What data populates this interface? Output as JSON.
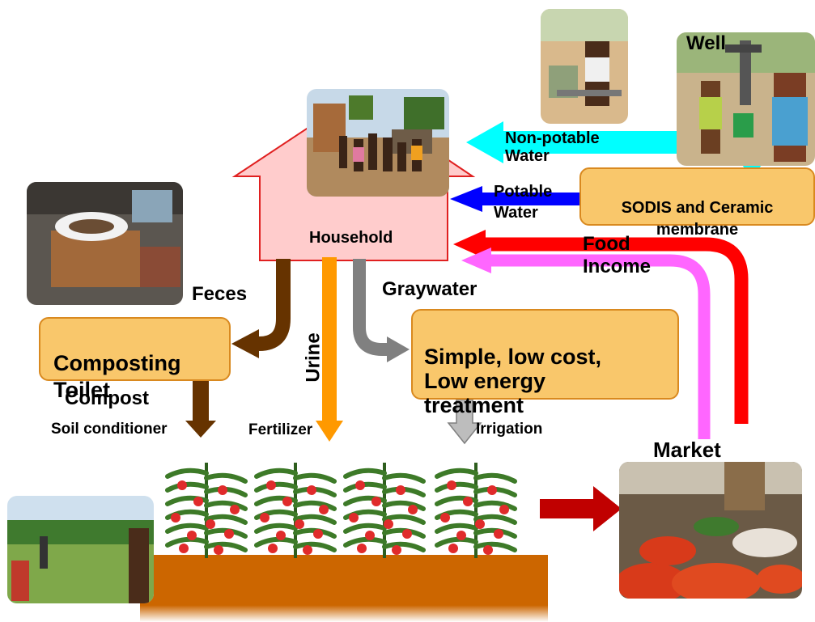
{
  "labels": {
    "well": "Well",
    "non_potable_water": "Non-potable\nWater",
    "potable_water": "Potable\nWater",
    "sodis": "SODIS and Ceramic\nmembrane",
    "household": "Household",
    "food": "Food",
    "income": "Income",
    "feces": "Feces",
    "urine": "Urine",
    "graywater": "Graywater",
    "composting_toilet": "Composting\nToilet",
    "treatment": "Simple, low cost,\nLow energy\ntreatment",
    "compost": "Compost",
    "soil_conditioner": "Soil conditioner",
    "fertilizer": "Fertilizer",
    "irrigation": "Irrigation",
    "market": "Market"
  },
  "colors": {
    "non_potable": "#00ffff",
    "potable": "#0000ff",
    "food": "#ff0000",
    "income": "#ff66ff",
    "feces": "#663300",
    "urine": "#ff9900",
    "graywater": "#808080",
    "household_fill": "#ffcccc",
    "household_stroke": "#e02020",
    "box_fill": "#f9c76b",
    "soil": "#cc6600"
  },
  "icons": {
    "household_photo": "village-children-photo",
    "well_photo": "well-hand-pump-photo",
    "water_carrier_photo": "child-water-cart-photo",
    "toilet_photo": "composting-toilet-photo",
    "field_photo": "farm-field-photo",
    "market_photo": "market-vegetables-photo",
    "tomato_plant": "tomato-plant-icon"
  }
}
